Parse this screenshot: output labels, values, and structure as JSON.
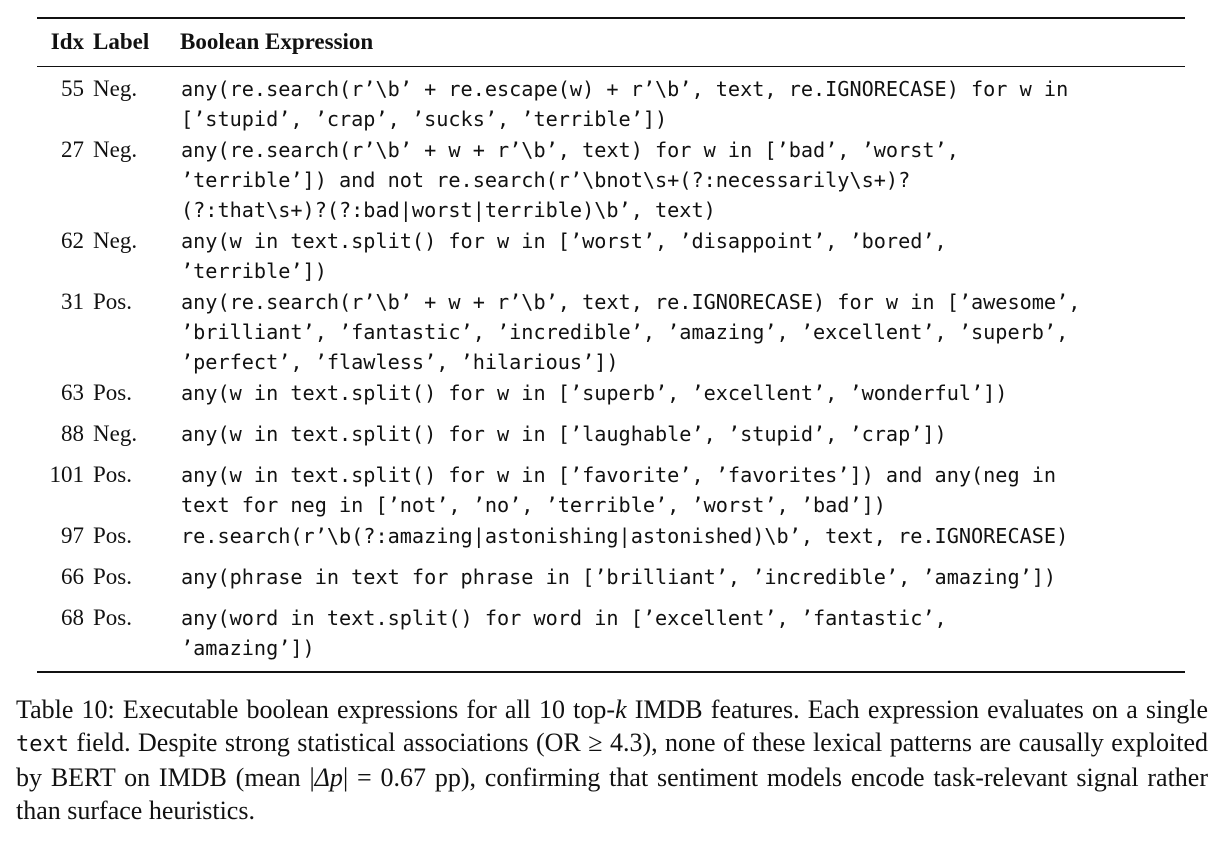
{
  "table": {
    "headers": {
      "idx": "Idx",
      "label": "Label",
      "expression": "Boolean Expression"
    },
    "rows": [
      {
        "idx": "55",
        "label": "Neg.",
        "expr": "any(re.search(r’\\b’ + re.escape(w) + r’\\b’, text, re.IGNORECASE) for w in\n[’stupid’, ’crap’, ’sucks’, ’terrible’])"
      },
      {
        "idx": "27",
        "label": "Neg.",
        "expr": "any(re.search(r’\\b’ + w + r’\\b’, text) for w in [’bad’, ’worst’,\n’terrible’]) and not re.search(r’\\bnot\\s+(?:necessarily\\s+)?\n(?:that\\s+)?(?:bad|worst|terrible)\\b’, text)"
      },
      {
        "idx": "62",
        "label": "Neg.",
        "expr": "any(w in text.split() for w in [’worst’, ’disappoint’, ’bored’,\n’terrible’])"
      },
      {
        "idx": "31",
        "label": "Pos.",
        "expr": "any(re.search(r’\\b’ + w + r’\\b’, text, re.IGNORECASE) for w in [’awesome’,\n’brilliant’, ’fantastic’, ’incredible’, ’amazing’, ’excellent’, ’superb’,\n’perfect’, ’flawless’, ’hilarious’])"
      },
      {
        "idx": "63",
        "label": "Pos.",
        "expr": "any(w in text.split() for w in [’superb’, ’excellent’, ’wonderful’])"
      },
      {
        "idx": "88",
        "label": "Neg.",
        "expr": "any(w in text.split() for w in [’laughable’, ’stupid’, ’crap’])"
      },
      {
        "idx": "101",
        "label": "Pos.",
        "expr": "any(w in text.split() for w in [’favorite’, ’favorites’]) and any(neg in\ntext for neg in [’not’, ’no’, ’terrible’, ’worst’, ’bad’])"
      },
      {
        "idx": "97",
        "label": "Pos.",
        "expr": "re.search(r’\\b(?:amazing|astonishing|astonished)\\b’, text, re.IGNORECASE)"
      },
      {
        "idx": "66",
        "label": "Pos.",
        "expr": "any(phrase in text for phrase in [’brilliant’, ’incredible’, ’amazing’])"
      },
      {
        "idx": "68",
        "label": "Pos.",
        "expr": "any(word in text.split() for word in [’excellent’, ’fantastic’,\n’amazing’])"
      }
    ]
  },
  "caption": {
    "part1": "Table 10: Executable boolean expressions for all 10 top-",
    "k": "k",
    "part2": " IMDB features. Each expression evaluates on a single ",
    "field": "text",
    "part3": " field. Despite strong statistical associations (OR ≥ 4.3), none of these lexical patterns are causally exploited by BERT on IMDB (mean |",
    "delta": "Δp",
    "part4": "| = 0.67 pp), confirming that sentiment models encode task-relevant signal rather than surface heuristics."
  }
}
